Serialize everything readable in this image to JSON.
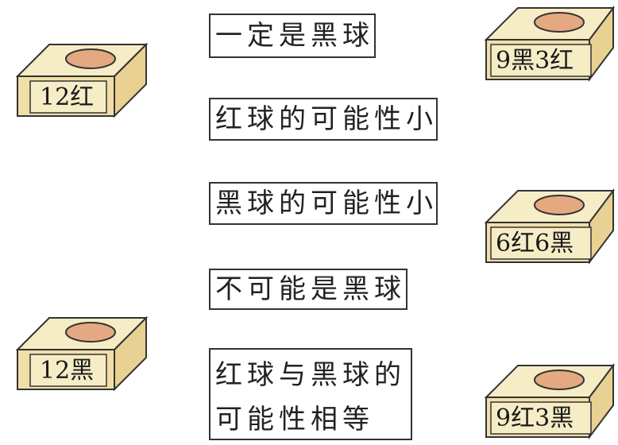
{
  "boxes": [
    {
      "label": "12红"
    },
    {
      "label": "12黑"
    },
    {
      "label": "9黑3红"
    },
    {
      "label": "6红6黑"
    },
    {
      "label": "9红3黑"
    }
  ],
  "statements": [
    {
      "text": "一定是黑球"
    },
    {
      "text": "红球的可能性小"
    },
    {
      "text": "黑球的可能性小"
    },
    {
      "text": "不可能是黑球"
    },
    {
      "text": "红球与黑球的可能性相等"
    }
  ],
  "colors": {
    "box_top": "#f6ecc6",
    "box_front": "#f1dfa8",
    "box_side": "#e8d192",
    "hole": "#e5a981",
    "outline": "#333333"
  }
}
